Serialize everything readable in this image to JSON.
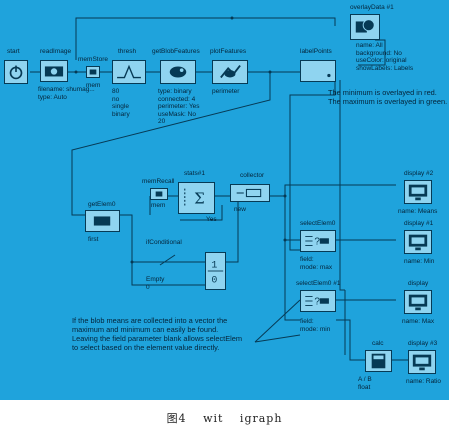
{
  "nodes": {
    "start": {
      "title": "start"
    },
    "readimage": {
      "title": "readImage",
      "props": "filename: shumag...\ntype: Auto"
    },
    "memstore": {
      "title": "memStore",
      "props": "mem"
    },
    "thresh": {
      "title": "thresh",
      "props": "80\nno\nsingle\nbinary"
    },
    "getblob": {
      "title": "getBlobFeatures",
      "props": "type: binary\nconnected: 4\nperimeter: Yes\nuseMask: No\n20"
    },
    "plotfeatures": {
      "title": "plotFeatures",
      "props": "perimeter"
    },
    "labelpoints": {
      "title": "labelPoints"
    },
    "overlaydata": {
      "title": "overlayData #1",
      "props": "name: All\nbackground: No\nuseColor: original\nshowLabels: Labels"
    },
    "memrecall": {
      "title": "memRecall",
      "props": "mem"
    },
    "stats": {
      "title": "stats#1",
      "props": "Yes"
    },
    "collector": {
      "title": "collector",
      "props": "new"
    },
    "getelem": {
      "title": "getElem0",
      "props": "first"
    },
    "ifconditional": {
      "title": "ifConditional",
      "props": "Empty\n0"
    },
    "display2": {
      "title": "display #2",
      "props": "name: Means"
    },
    "selectelem0": {
      "title": "selectElem0",
      "props": "field:\nmode: max"
    },
    "display1": {
      "title": "display #1",
      "props": "name: Min"
    },
    "selectelem1": {
      "title": "selectElem0 #1",
      "props": "field:\nmode: min"
    },
    "display": {
      "title": "display",
      "props": "name: Max"
    },
    "calc": {
      "title": "calc",
      "props": "A / B\nfloat"
    },
    "display3": {
      "title": "display #3",
      "props": "name: Ratio"
    }
  },
  "notes": {
    "overlay": "The minimum is overlayed in red.\nThe maximum is overlayed in green.",
    "blob": "If the blob means are collected into a vector the\nmaximum and minimum can easily be found.\nLeaving the field parameter blank allows selectElem\nto select based on the element value directly."
  },
  "caption": {
    "fig": "图4",
    "w1": "wit",
    "w2": "igraph"
  },
  "colors": {
    "panel": "#1fa3dc",
    "node": "#8fd4f0",
    "wire": "#063a55"
  }
}
